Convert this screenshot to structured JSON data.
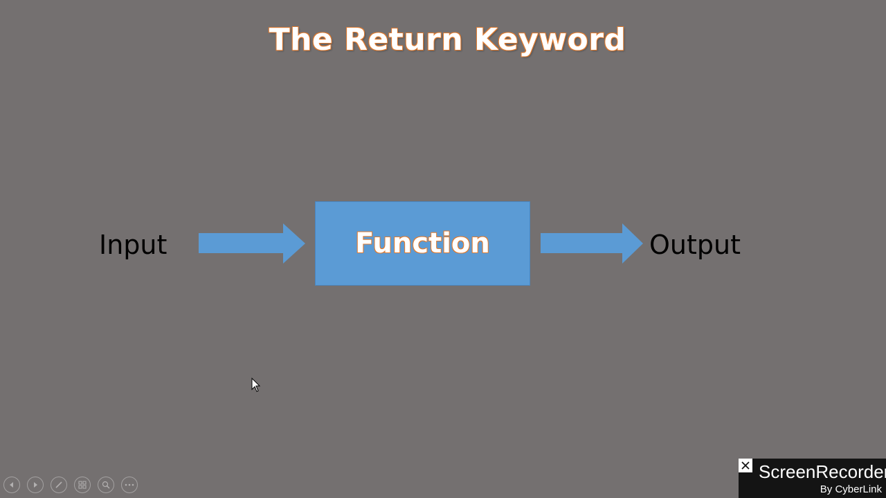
{
  "slide": {
    "title": "The Return Keyword",
    "input_label": "Input",
    "function_label": "Function",
    "output_label": "Output"
  },
  "colors": {
    "background": "#747070",
    "accent_blue": "#5b9bd5",
    "title_outline": "#e07a2e"
  },
  "slideshow_controls": [
    {
      "icon": "previous-icon"
    },
    {
      "icon": "next-icon"
    },
    {
      "icon": "pen-icon"
    },
    {
      "icon": "see-all-slides-icon"
    },
    {
      "icon": "zoom-icon"
    },
    {
      "icon": "more-options-icon"
    }
  ],
  "watermark": {
    "name": "ScreenRecorder",
    "by": "By CyberLink",
    "close_icon": "close-icon"
  }
}
